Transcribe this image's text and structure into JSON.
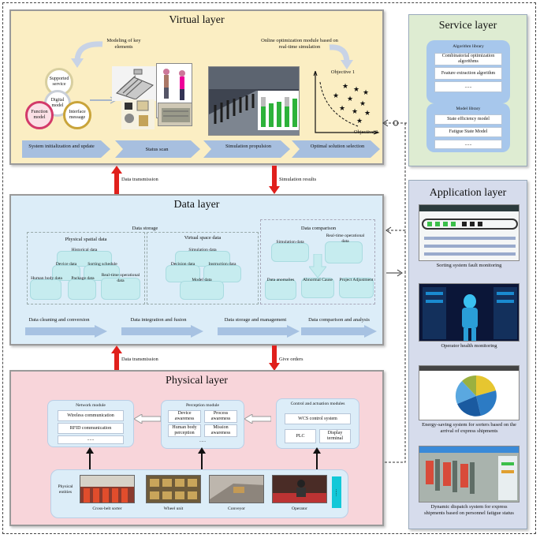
{
  "virtual": {
    "title": "Virtual layer",
    "note_modeling": "Modeling of key elements",
    "note_online": "Online optimization module based on real-time simulation",
    "circles": [
      "Supported service",
      "Digital model",
      "Function model",
      "Interface message"
    ],
    "objective1": "Objective 1",
    "objective2": "Objective 2",
    "steps": [
      "System initialization and update",
      "Status scan",
      "Simulation propulsion",
      "Optimal solution selection"
    ]
  },
  "service": {
    "title": "Service layer",
    "alg_title": "Algorithm library",
    "alg_items": [
      "Combinatorial optimization algorithms",
      "Feature extraction algorithm",
      "......"
    ],
    "model_title": "Model library",
    "model_items": [
      "State efficiency model",
      "Fatigue State Model",
      "......"
    ]
  },
  "labels": {
    "data_transmission": "Data transmission",
    "simulation_results": "Simulation results",
    "give_orders": "Give orders"
  },
  "data": {
    "title": "Data layer",
    "storage": "Data storage",
    "physical_spatial": "Physical spatial data",
    "ps_items": [
      "Historical data",
      "Device data",
      "Sorting schedule",
      "Human body data",
      "Package data",
      "Real-time operational data"
    ],
    "virtual_space": "Virtual space data",
    "vs_items": [
      "Simulation data",
      "Decision data",
      "Instruction data",
      "Model data"
    ],
    "comparison": "Data comparison",
    "cmp_items": [
      "Simulation data",
      "Real-time operational data",
      "Data anomalies",
      "Abnormal Cause",
      "Project Adjustment"
    ],
    "flow": [
      "Data cleaning and conversion",
      "Data integration and fusion",
      "Data storage and management",
      "Data comparison and analysis"
    ]
  },
  "physical": {
    "title": "Physical layer",
    "network_title": "Network module",
    "network_items": [
      "Wireless communication",
      "RFID communication",
      "......"
    ],
    "perception_title": "Perception module",
    "perception_items": [
      "Device awareness",
      "Process awareness",
      "Human body perception",
      "Mission awareness",
      "......"
    ],
    "control_title": "Control and actuation modules",
    "control_items": [
      "WCS control system",
      "PLC",
      "Display terminal"
    ],
    "entities_label": "Physical entities",
    "entities": [
      "Cross-belt sorter",
      "Wheel unit",
      "Conveyor",
      "Operator"
    ],
    "dots": "......"
  },
  "application": {
    "title": "Application layer",
    "captions": [
      "Sorting system fault monitoring",
      "Operator health monitoring",
      "Energy-saving system for sorters based on the arrival of express shipments",
      "Dynamic dispatch system for express shipments based on personnel fatigue status"
    ]
  },
  "colors": {
    "virtual_bg": "#fbeec3",
    "service_bg": "#deecd2",
    "data_bg": "#dcedf8",
    "physical_bg": "#f8d5da",
    "app_bg": "#d6dcec",
    "red_arrow": "#e0201c",
    "chevron": "#9fb8d9"
  }
}
